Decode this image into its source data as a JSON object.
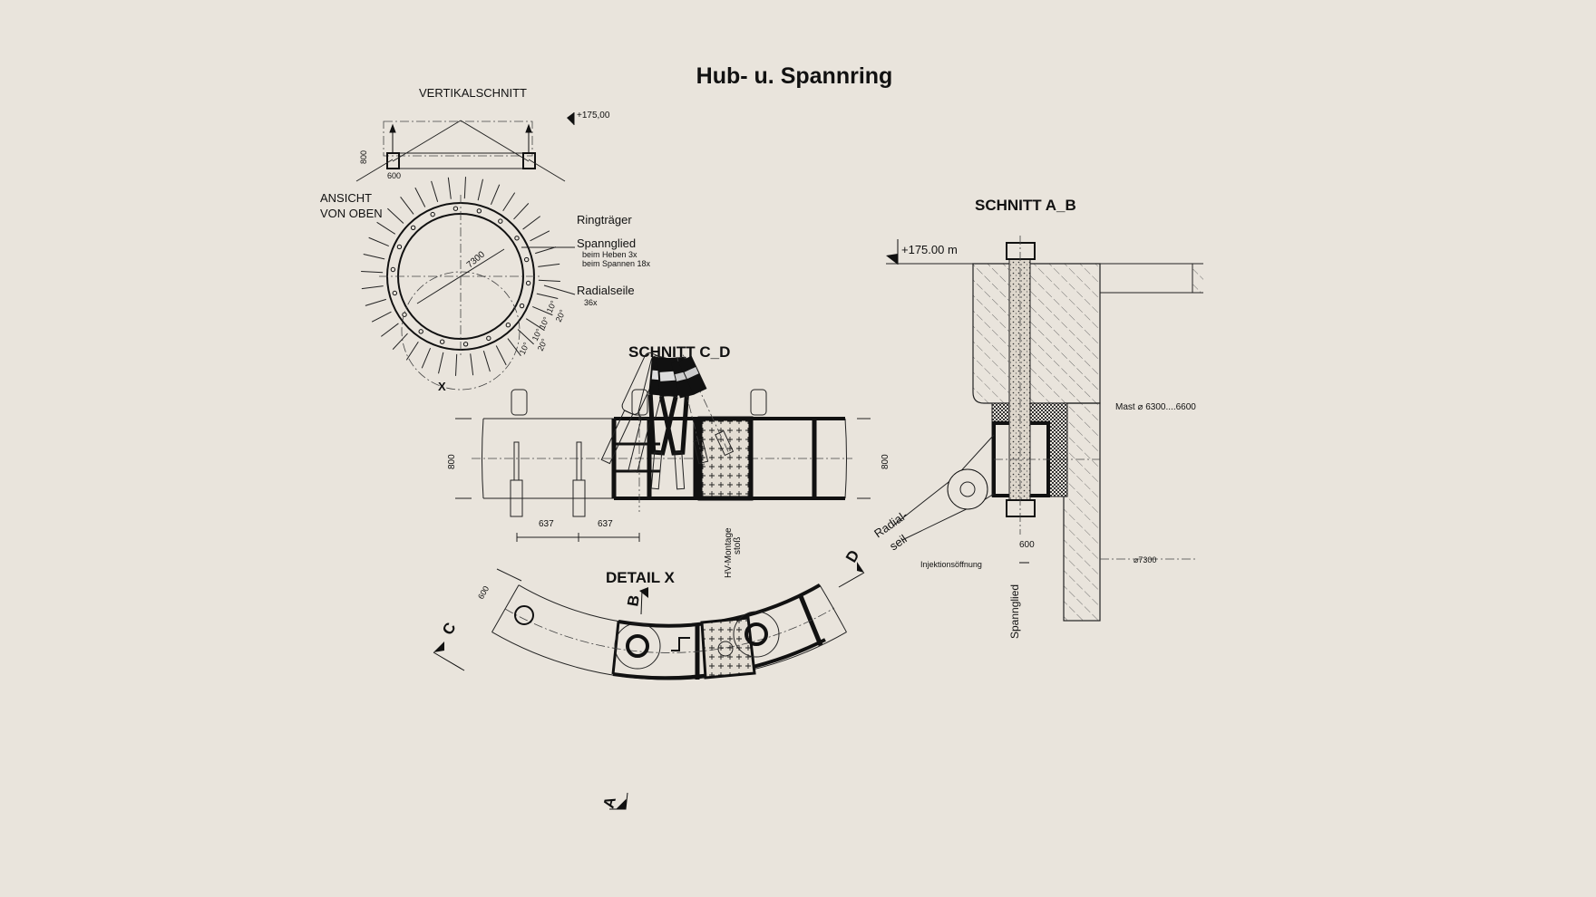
{
  "title": "Hub- u. Spannring",
  "top_view": {
    "vertical_section_label": "VERTIKALSCHNITT",
    "level_label": "+175,00",
    "dim_height": "800",
    "dim_width": "600",
    "view_label_line1": "ANSICHT",
    "view_label_line2": "VON OBEN",
    "diameter_label": "7300",
    "ring_label": "Ringträger",
    "tendon_label": "Spannglied",
    "tendon_lift": "beim Heben 3x",
    "tendon_tension": "beim Spannen 18x",
    "radial_label": "Radialseile",
    "radial_count": "36x",
    "angles": [
      "10°",
      "20°",
      "10°",
      "10°",
      "20°",
      "10°"
    ],
    "detail_marker": "X"
  },
  "section_cd": {
    "title": "SCHNITT C_D",
    "dim_left": "800",
    "dim_right": "800",
    "spacing_1": "637",
    "spacing_2": "637",
    "splice_label_line1": "HV-Montage",
    "splice_label_line2": "stoß"
  },
  "detail_x": {
    "title": "DETAIL X",
    "dim": "600",
    "cut_a": "A",
    "cut_b": "B",
    "cut_c": "C",
    "cut_d": "D"
  },
  "section_ab": {
    "title": "SCHNITT A_B",
    "level_label": "+175.00 m",
    "mast_label": "Mast ⌀ 6300....6600",
    "radial_label_line1": "Radial-",
    "radial_label_line2": "seil",
    "dim_600": "600",
    "injection_label": "Injektionsöffnung",
    "diameter_label": "⌀7300",
    "tendon_label": "Spannglied"
  }
}
